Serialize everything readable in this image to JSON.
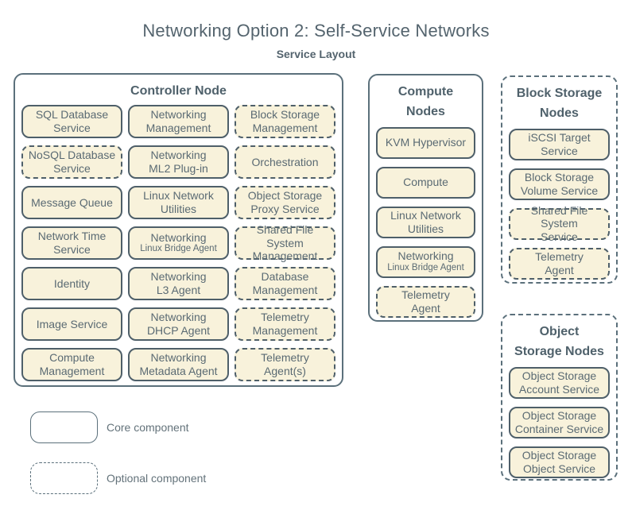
{
  "title": "Networking Option 2: Self-Service Networks",
  "subtitle": "Service Layout",
  "colors": {
    "background": "#ffffff",
    "service_fill": "#f8f2db",
    "service_border": "#4e5f69",
    "container_border": "#5b707b",
    "heading_text": "#4f616b",
    "body_text": "#5a6a73"
  },
  "legend": {
    "core": "Core component",
    "optional": "Optional component"
  },
  "groups": {
    "controller": {
      "label": "Controller Node",
      "services": [
        {
          "label": "SQL Database\nService"
        },
        {
          "label": "Networking\nManagement"
        },
        {
          "label": "Block Storage\nManagement",
          "optional": true
        },
        {
          "label": "NoSQL Database\nService",
          "optional": true
        },
        {
          "label": "Networking\nML2 Plug-in"
        },
        {
          "label": "Orchestration",
          "optional": true
        },
        {
          "label": "Message Queue"
        },
        {
          "label": "Linux Network\nUtilities"
        },
        {
          "label": "Object Storage\nProxy Service",
          "optional": true
        },
        {
          "label": "Network Time\nService"
        },
        {
          "label": "Networking",
          "sublabel": "Linux Bridge Agent"
        },
        {
          "label": "Shared File System\nManagement",
          "optional": true
        },
        {
          "label": "Identity"
        },
        {
          "label": "Networking\nL3 Agent"
        },
        {
          "label": "Database\nManagement",
          "optional": true
        },
        {
          "label": "Image Service"
        },
        {
          "label": "Networking\nDHCP Agent"
        },
        {
          "label": "Telemetry\nManagement",
          "optional": true
        },
        {
          "label": "Compute\nManagement"
        },
        {
          "label": "Networking\nMetadata Agent"
        },
        {
          "label": "Telemetry\nAgent(s)",
          "optional": true
        }
      ]
    },
    "compute": {
      "label": "Compute\nNodes",
      "services": [
        {
          "label": "KVM Hypervisor"
        },
        {
          "label": "Compute"
        },
        {
          "label": "Linux Network\nUtilities"
        },
        {
          "label": "Networking",
          "sublabel": "Linux Bridge Agent"
        },
        {
          "label": "Telemetry\nAgent",
          "optional": true
        }
      ]
    },
    "block": {
      "label": "Block Storage\nNodes",
      "services": [
        {
          "label": "iSCSI Target\nService"
        },
        {
          "label": "Block Storage\nVolume Service"
        },
        {
          "label": "Shared File System\nService",
          "optional": true
        },
        {
          "label": "Telemetry\nAgent",
          "optional": true
        }
      ]
    },
    "object": {
      "label": "Object\nStorage Nodes",
      "services": [
        {
          "label": "Object Storage\nAccount Service"
        },
        {
          "label": "Object Storage\nContainer Service"
        },
        {
          "label": "Object Storage\nObject Service"
        }
      ]
    }
  }
}
